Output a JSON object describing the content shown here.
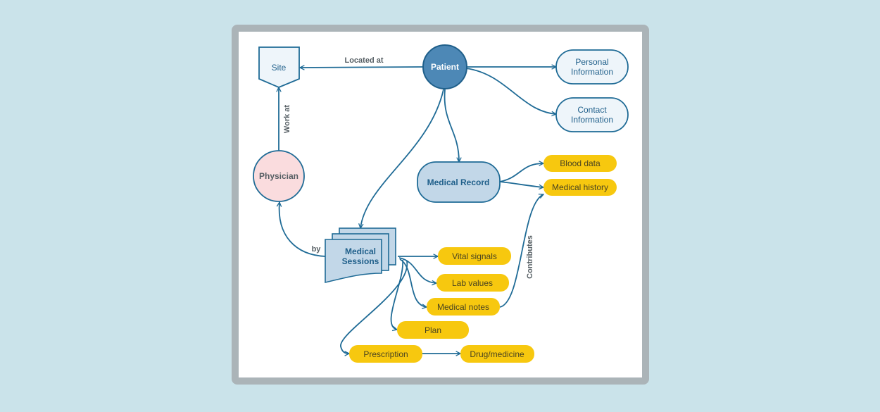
{
  "colors": {
    "background": "#cae3ea",
    "frame": "#abb4b8",
    "canvas": "#ffffff",
    "edge": "#1f6b96",
    "patient": "#4d88b6",
    "physician": "#fadcde",
    "record": "#c2d7e8",
    "info": "#eef5fa",
    "attribute": "#f7c80f"
  },
  "nodes": {
    "site": "Site",
    "patient": "Patient",
    "personal_information": [
      "Personal",
      "Information"
    ],
    "contact_information": [
      "Contact",
      "Information"
    ],
    "physician": "Physician",
    "medical_record": "Medical Record",
    "medical_sessions": [
      "Medical",
      "Sessions"
    ],
    "blood_data": "Blood data",
    "medical_history": "Medical history",
    "vital_signals": "Vital signals",
    "lab_values": "Lab values",
    "medical_notes": "Medical notes",
    "plan": "Plan",
    "prescription": "Prescription",
    "drug_medicine": "Drug/medicine"
  },
  "edge_labels": {
    "located_at": "Located at",
    "work_at": "Work at",
    "by": "by",
    "contributes": "Contributes"
  }
}
